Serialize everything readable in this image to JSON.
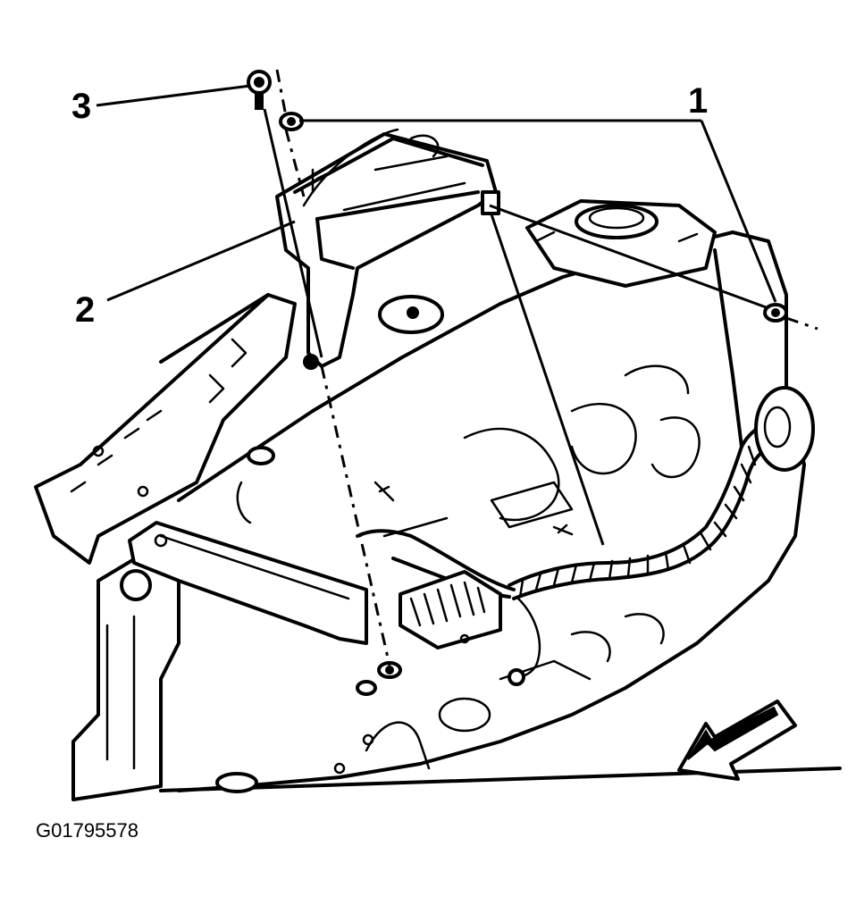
{
  "callouts": [
    {
      "id": "callout-1",
      "label": "1"
    },
    {
      "id": "callout-2",
      "label": "2"
    },
    {
      "id": "callout-3",
      "label": "3"
    }
  ],
  "figure_id": "G01795578",
  "icons": {
    "direction_arrow": "front-direction-arrow-icon"
  }
}
